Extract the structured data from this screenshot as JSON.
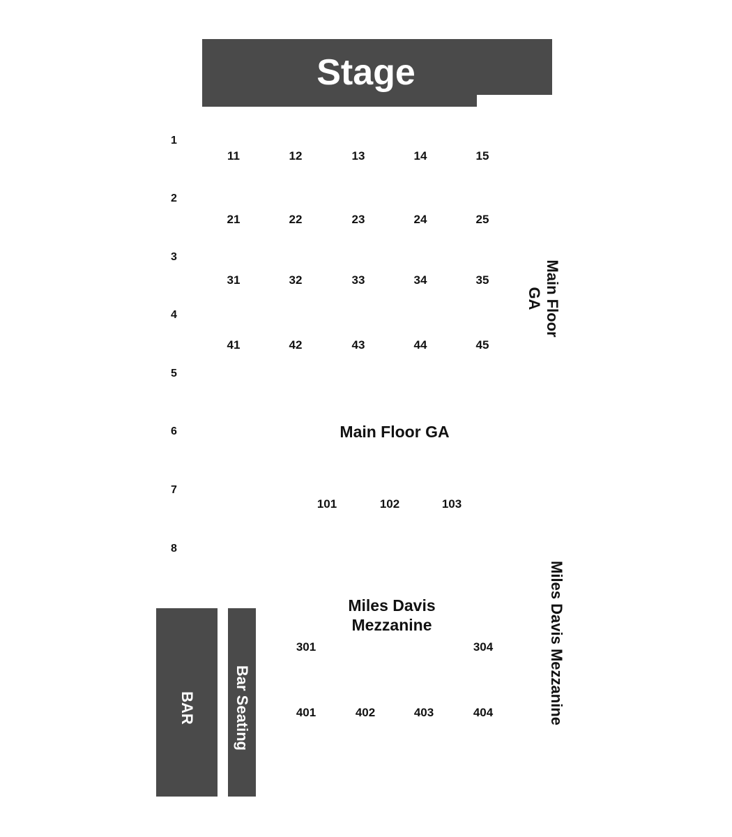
{
  "stage": {
    "label": "Stage"
  },
  "row_labels": [
    "1",
    "2",
    "3",
    "4",
    "5",
    "6",
    "7",
    "8"
  ],
  "tables": {
    "row1": [
      "11",
      "12",
      "13",
      "14",
      "15"
    ],
    "row2": [
      "21",
      "22",
      "23",
      "24",
      "25"
    ],
    "row3": [
      "31",
      "32",
      "33",
      "34",
      "35"
    ],
    "row4": [
      "41",
      "42",
      "43",
      "44",
      "45"
    ],
    "row7": [
      "101",
      "102",
      "103"
    ],
    "mezz_upper": [
      "301",
      "304"
    ],
    "mezz_lower": [
      "401",
      "402",
      "403",
      "404"
    ]
  },
  "sections": {
    "main_floor_center": "Main Floor GA",
    "main_floor_side_line1": "Main Floor",
    "main_floor_side_line2": "GA",
    "mezzanine_center_line1": "Miles Davis",
    "mezzanine_center_line2": "Mezzanine",
    "mezzanine_side": "Miles Davis Mezzanine"
  },
  "blocks": {
    "bar": "BAR",
    "bar_seating": "Bar Seating"
  },
  "colors": {
    "block_fill": "#4a4a4a",
    "block_text": "#ffffff",
    "text": "#111111",
    "background": "#ffffff"
  }
}
